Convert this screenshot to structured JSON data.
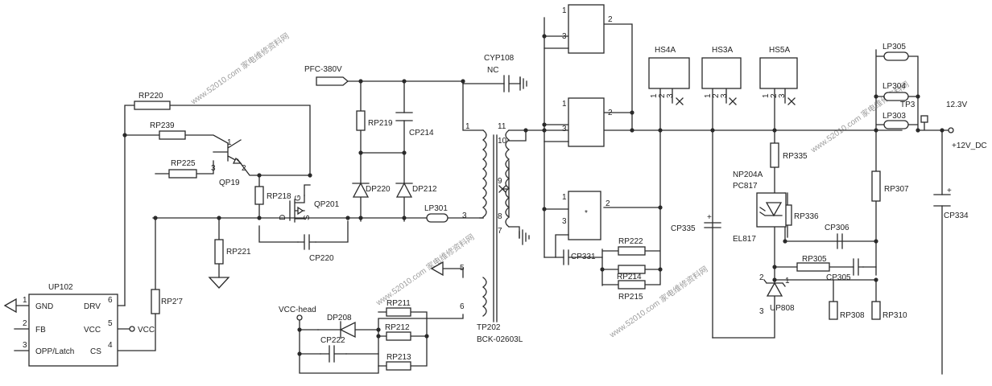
{
  "nets": {
    "pfc": "PFC-380V",
    "vcc_head": "VCC-head",
    "vcc": "VCC",
    "out_v": "12.3V",
    "out_dc": "+12V_DC",
    "tp3": "TP3",
    "nc": "NC"
  },
  "ic_up102": {
    "ref": "UP102",
    "pins_left": [
      {
        "num": "1",
        "name": "GND"
      },
      {
        "num": "2",
        "name": "FB"
      },
      {
        "num": "3",
        "name": "OPP/Latch"
      }
    ],
    "pins_right": [
      {
        "num": "6",
        "name": "DRV"
      },
      {
        "num": "5",
        "name": "VCC"
      },
      {
        "num": "4",
        "name": "CS"
      }
    ]
  },
  "transistors": {
    "qp19": {
      "ref": "QP19",
      "pins": [
        "1",
        "3",
        "2"
      ]
    },
    "qp201": {
      "ref": "QP201",
      "pins": [
        "D",
        "G",
        "S"
      ]
    }
  },
  "transformer": {
    "ref": "TP202",
    "part_number": "BCK-02603L",
    "pins": [
      "1",
      "11",
      "10",
      "9",
      "3",
      "8",
      "7",
      "5",
      "6"
    ]
  },
  "heatsinks": [
    "HS4A",
    "HS3A",
    "HS5A"
  ],
  "heatsink_pins": [
    "1",
    "2",
    "3"
  ],
  "rectifier_pins": [
    "1",
    "3",
    "2"
  ],
  "rectifier_center_mark": "*",
  "opto": {
    "ref": "NP204A",
    "type": "PC817",
    "alt": "EL817"
  },
  "shunt": {
    "ref": "UP808",
    "pins": [
      "2",
      "1",
      "3"
    ]
  },
  "resistors": {
    "rp220": "RP220",
    "rp239": "RP239",
    "rp225": "RP225",
    "rp218": "RP218",
    "rp221": "RP221",
    "rp217": "RP2'7",
    "rp219": "RP219",
    "rp211": "RP211",
    "rp212": "RP212",
    "rp213": "RP213",
    "rp222": "RP222",
    "rp214": "RP214",
    "rp215": "RP215",
    "rp335": "RP335",
    "rp336": "RP336",
    "rp305": "RP305",
    "rp307": "RP307",
    "rp308": "RP308",
    "rp310": "RP310"
  },
  "capacitors": {
    "cyp108": "CYP108",
    "cp214": "CP214",
    "cp220": "CP220",
    "cp222": "CP222",
    "cp331": "CP331",
    "cp335": "CP335",
    "cp306": "CP306",
    "cp305": "CP305",
    "cp334": "CP334"
  },
  "diodes": {
    "dp220": "DP220",
    "dp212": "DP212",
    "dp208": "DP208"
  },
  "inductors": {
    "lp301": "LP301",
    "lp305": "LP305",
    "lp304": "LP304",
    "lp303": "LP303"
  },
  "watermark": "www.52010.com 家电维修资料网"
}
